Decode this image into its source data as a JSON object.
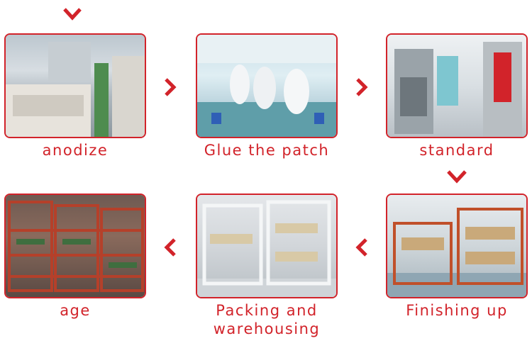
{
  "steps": [
    {
      "caption": "anodize"
    },
    {
      "caption": "Glue the patch"
    },
    {
      "caption": "standard"
    },
    {
      "caption": "Finishing up"
    },
    {
      "caption_line1": "Packing and",
      "caption_line2": "warehousing"
    },
    {
      "caption": "age"
    }
  ],
  "colors": {
    "accent": "#d2232a"
  },
  "icons": [
    "chevron-down-icon",
    "chevron-right-icon",
    "chevron-left-icon"
  ]
}
